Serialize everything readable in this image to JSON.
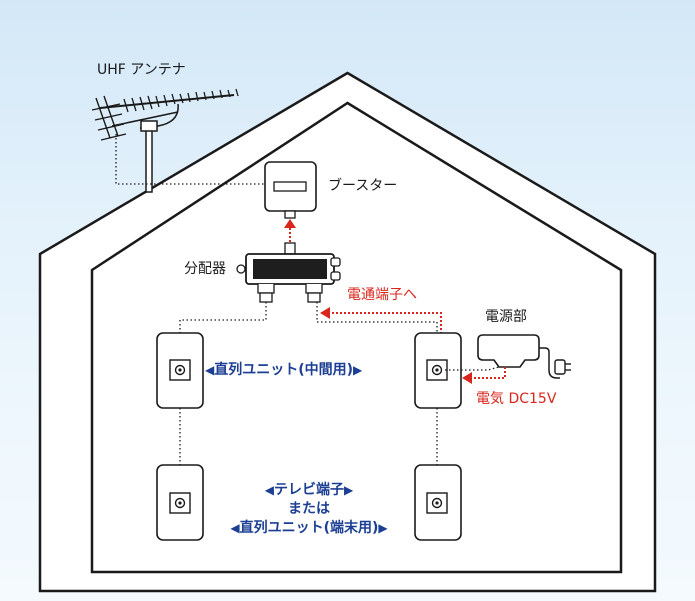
{
  "labels": {
    "antenna": "UHF アンテナ",
    "booster": "ブースター",
    "splitter": "分配器",
    "power_unit": "電源部",
    "to_power_terminal": "電通端子へ",
    "power_supply": "電気 DC15V"
  },
  "middle_callout": {
    "left_arrow": "◀",
    "text": "直列ユニット(中間用)",
    "right_arrow": "▶"
  },
  "bottom_callout": {
    "line1_left_arrow": "◀",
    "line1_text": "テレビ端子",
    "line1_right_arrow": "▶",
    "line2_text": "または",
    "line3_left_arrow": "◀",
    "line3_text": "直列ユニット(端末用)",
    "line3_right_arrow": "▶"
  },
  "colors": {
    "outline": "#1a1a1a",
    "house_fill": "#ffffff",
    "accent_red": "#d8261c",
    "accent_blue": "#1c3f93"
  }
}
